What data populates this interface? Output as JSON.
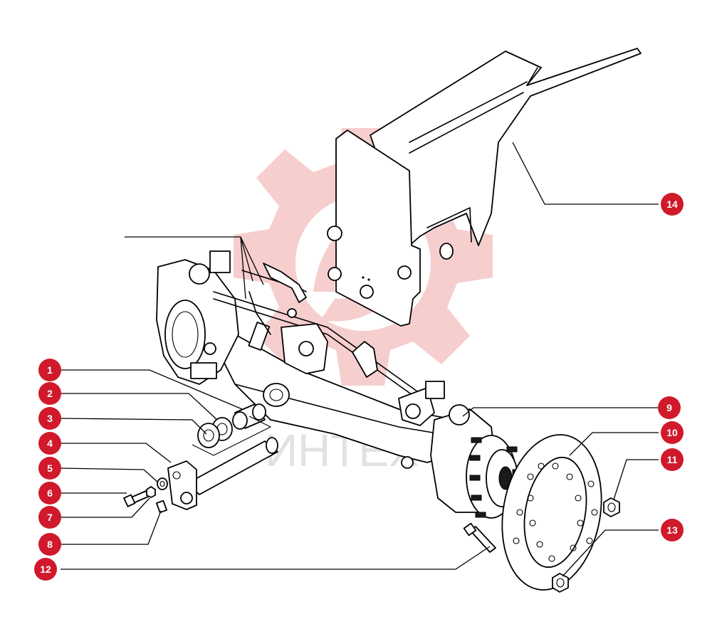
{
  "watermark": {
    "text": "ИНТЕХ",
    "color": "#f2a7a7"
  },
  "colors": {
    "badge": "#d0192b",
    "line": "#000000"
  },
  "callouts": [
    {
      "id": "c1",
      "label": "1"
    },
    {
      "id": "c2",
      "label": "2"
    },
    {
      "id": "c3",
      "label": "3"
    },
    {
      "id": "c4",
      "label": "4"
    },
    {
      "id": "c5",
      "label": "5"
    },
    {
      "id": "c6",
      "label": "6"
    },
    {
      "id": "c7",
      "label": "7"
    },
    {
      "id": "c8",
      "label": "8"
    },
    {
      "id": "c9",
      "label": "9"
    },
    {
      "id": "c10",
      "label": "10"
    },
    {
      "id": "c11",
      "label": "11"
    },
    {
      "id": "c12",
      "label": "12"
    },
    {
      "id": "c13",
      "label": "13"
    },
    {
      "id": "c14",
      "label": "14"
    }
  ]
}
